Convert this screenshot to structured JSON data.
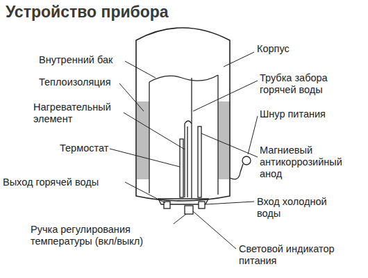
{
  "diagram": {
    "title": "Устройство прибора",
    "labels": [
      "Внутренний бак",
      "Теплоизоляция",
      "Нагревательный элемент",
      "Термостат",
      "Выход горячей воды",
      "Ручка регулирования температуры (вкл/выкл)",
      "Корпус",
      "Трубка забора горячей воды",
      "Шнур питания",
      "Магниевый антикоррозийный анод",
      "Вход холодной воды",
      "Световой индикатор питания"
    ]
  }
}
